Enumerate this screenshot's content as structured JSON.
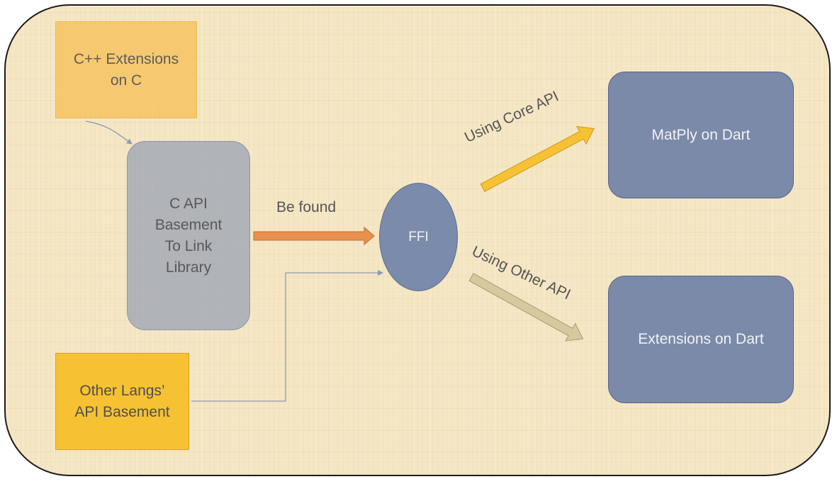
{
  "nodes": {
    "cpp_extensions": {
      "line1": "C++ Extensions",
      "line2": "on C"
    },
    "c_api": {
      "line1": "C API",
      "line2": "Basement",
      "line3": "To Link",
      "line4": "Library"
    },
    "other_langs": {
      "line1": "Other Langs’",
      "line2": "API Basement"
    },
    "ffi": {
      "label": "FFI"
    },
    "matply": {
      "label": "MatPly on Dart"
    },
    "extensions_dart": {
      "label": "Extensions on Dart"
    }
  },
  "edges": {
    "be_found": "Be found",
    "using_core_api": "Using Core API",
    "using_other_api": "Using Other API"
  },
  "colors": {
    "background": "#f5e6c3",
    "blue_box": "#7b8aa9",
    "gray_box": "#96a0b4",
    "orange_arrow": "#e8904e",
    "yellow_arrow": "#f6c233",
    "tan_arrow": "#d8c8a0",
    "connector": "#8a9ab5"
  }
}
